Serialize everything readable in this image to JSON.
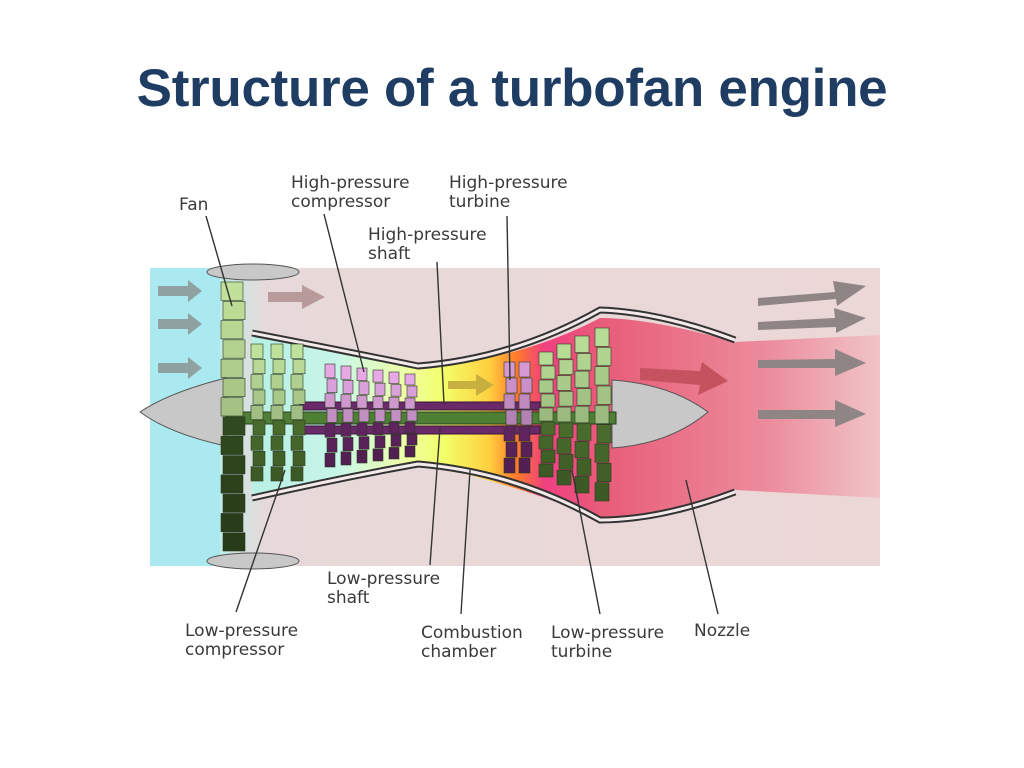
{
  "title": "Structure of a turbofan engine",
  "labels": {
    "fan": [
      "Fan"
    ],
    "hp_compressor": [
      "High-pressure",
      "compressor"
    ],
    "hp_turbine": [
      "High-pressure",
      "turbine"
    ],
    "hp_shaft": [
      "High-pressure",
      "shaft"
    ],
    "lp_shaft": [
      "Low-pressure",
      "shaft"
    ],
    "lp_compressor": [
      "Low-pressure",
      "compressor"
    ],
    "combustion": [
      "Combustion",
      "chamber"
    ],
    "lp_turbine": [
      "Low-pressure",
      "turbine"
    ],
    "nozzle": [
      "Nozzle"
    ]
  },
  "colors": {
    "title": "#1f3d63",
    "intake": "#a9e9ef",
    "bypass": "#ecd7d7",
    "exhaust": "#e8788c",
    "lp_spool": "#5d8a3a",
    "hp_spool": "#7c2f7c",
    "combustion": "#f2ff6a",
    "nose_cone": "#c8c8c8"
  }
}
